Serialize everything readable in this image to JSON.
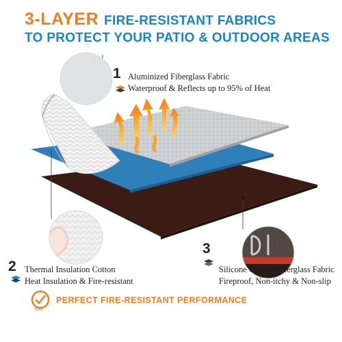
{
  "header": {
    "big": "3-LAYER",
    "line1_rest": "FIRE-RESISTANT FABRICS",
    "line2": "TO PROTECT YOUR PATIO & OUTDOOR AREAS"
  },
  "layers": [
    {
      "number": "1",
      "title": "Aluminized Fiberglass Fabric",
      "detail": "Waterproof & Reflects up to 95% of Heat"
    },
    {
      "number": "2",
      "title": "Thermal Insulation Cotton",
      "detail": "Heat Insulation & Fire-resistant"
    },
    {
      "number": "3",
      "title": "Silicone Coated Fiberglass Fabric",
      "detail": "Fireproof, Non-itchy & Non-slip"
    }
  ],
  "footer": {
    "text": "PERFECT FIRE-RESISTANT PERFORMANCE",
    "badge": "SGS"
  },
  "colors": {
    "accent_orange": "#f07e1f",
    "accent_blue": "#1684c7",
    "silver_layer": "#c9ccd0",
    "blue_layer": "#2f7fb8",
    "brown_layer": "#3b1c14"
  }
}
